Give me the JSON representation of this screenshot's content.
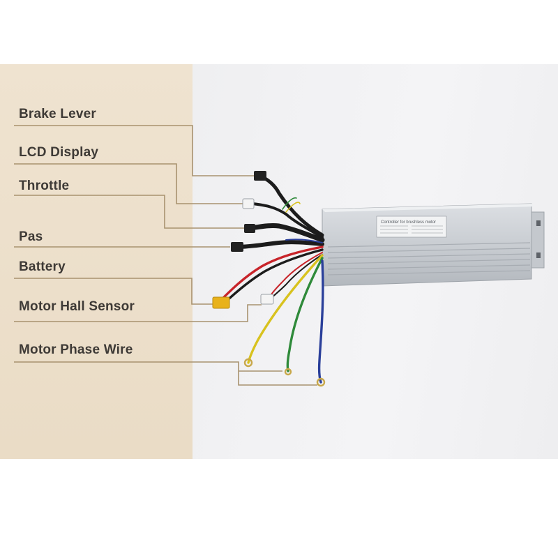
{
  "labels": {
    "brake_lever": "Brake Lever",
    "lcd_display": "LCD Display",
    "throttle": "Throttle",
    "pas": "Pas",
    "battery": "Battery",
    "motor_hall_sensor": "Motor Hall Sensor",
    "motor_phase_wire": "Motor Phase Wire"
  },
  "controller_sticker": {
    "title": "Controller for brushless motor"
  },
  "colors": {
    "panel": "#ecdfca",
    "leader_line": "#a8926f",
    "label_text": "#3e3a36",
    "wire_red": "#c8242a",
    "wire_blue": "#2a3f9a",
    "wire_green": "#2f8a3a",
    "wire_yellow": "#d8c21e",
    "connector_yellow": "#e8b21c"
  }
}
